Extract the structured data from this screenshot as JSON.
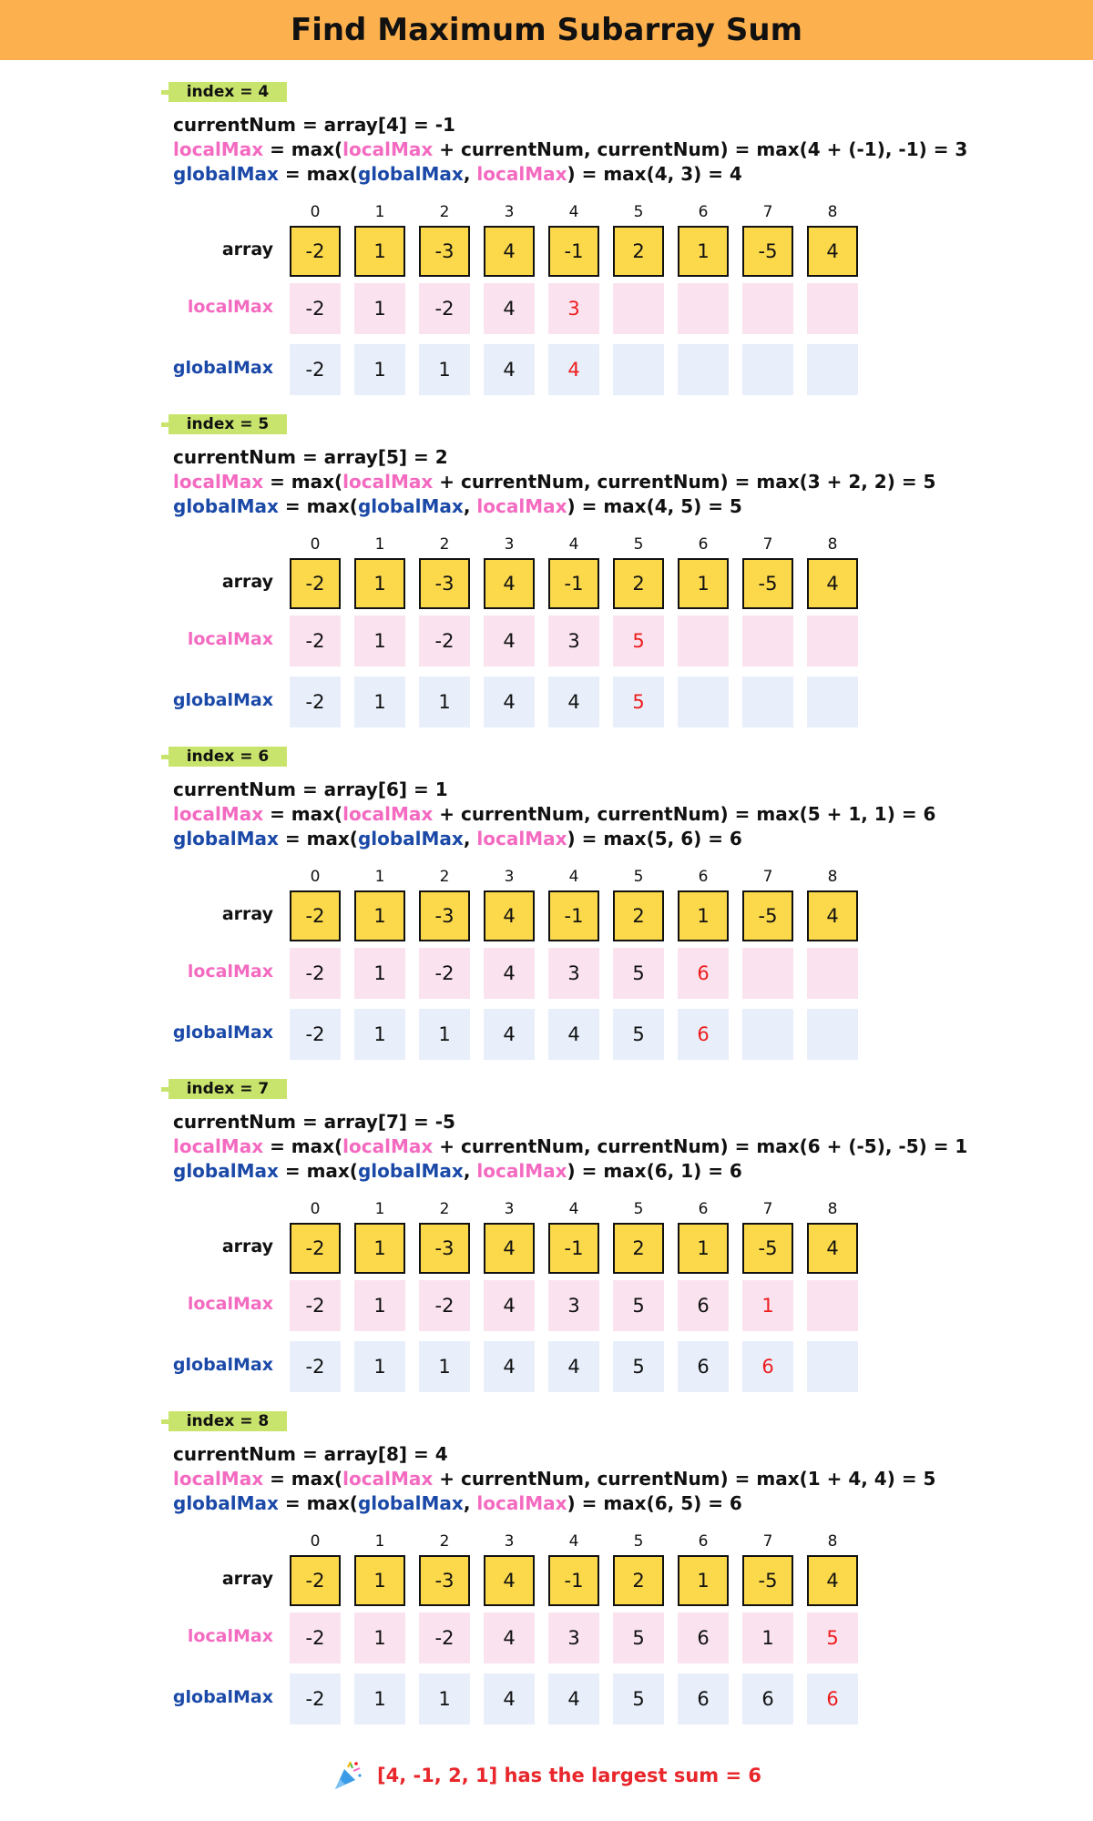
{
  "title": "Find Maximum Subarray Sum",
  "indices": [
    "0",
    "1",
    "2",
    "3",
    "4",
    "5",
    "6",
    "7",
    "8"
  ],
  "array": [
    "-2",
    "1",
    "-3",
    "4",
    "-1",
    "2",
    "1",
    "-5",
    "4"
  ],
  "row_labels": {
    "array": "array",
    "local": "localMax",
    "global": "globalMax"
  },
  "steps": [
    {
      "tag": "index = 4",
      "line1": "currentNum = array[4] = -1",
      "line2_rhs": " = max(4 + (-1), -1) =  3",
      "line3_rhs": " = max(4, 3) = 4",
      "local": [
        "-2",
        "1",
        "-2",
        "4",
        "3",
        "",
        "",
        "",
        ""
      ],
      "global": [
        "-2",
        "1",
        "1",
        "4",
        "4",
        "",
        "",
        "",
        ""
      ],
      "highlight": 4
    },
    {
      "tag": "index = 5",
      "line1": "currentNum = array[5] = 2",
      "line2_rhs": " = max(3 + 2, 2) =  5",
      "line3_rhs": " = max(4, 5) = 5",
      "local": [
        "-2",
        "1",
        "-2",
        "4",
        "3",
        "5",
        "",
        "",
        ""
      ],
      "global": [
        "-2",
        "1",
        "1",
        "4",
        "4",
        "5",
        "",
        "",
        ""
      ],
      "highlight": 5
    },
    {
      "tag": "index = 6",
      "line1": "currentNum = array[6] = 1",
      "line2_rhs": " = max(5 + 1, 1) =  6",
      "line3_rhs": " = max(5, 6) = 6",
      "local": [
        "-2",
        "1",
        "-2",
        "4",
        "3",
        "5",
        "6",
        "",
        ""
      ],
      "global": [
        "-2",
        "1",
        "1",
        "4",
        "4",
        "5",
        "6",
        "",
        ""
      ],
      "highlight": 6
    },
    {
      "tag": "index = 7",
      "line1": "currentNum = array[7] = -5",
      "line2_rhs": " = max(6 + (-5), -5) =  1",
      "line3_rhs": " = max(6, 1) = 6",
      "local": [
        "-2",
        "1",
        "-2",
        "4",
        "3",
        "5",
        "6",
        "1",
        ""
      ],
      "global": [
        "-2",
        "1",
        "1",
        "4",
        "4",
        "5",
        "6",
        "6",
        ""
      ],
      "highlight": 7
    },
    {
      "tag": "index = 8",
      "line1": "currentNum = array[8] = 4",
      "line2_rhs": " = max(1 + 4, 4) =  5",
      "line3_rhs": " = max(6, 5) = 6",
      "local": [
        "-2",
        "1",
        "-2",
        "4",
        "3",
        "5",
        "6",
        "1",
        "5"
      ],
      "global": [
        "-2",
        "1",
        "1",
        "4",
        "4",
        "5",
        "6",
        "6",
        "6"
      ],
      "highlight": 8
    }
  ],
  "formula_parts": {
    "localMax": "localMax",
    "globalMax": "globalMax",
    "max_open": " = max(",
    "plus_current": " + currentNum, currentNum)",
    "comma": ", ",
    "close": ")"
  },
  "footer": "[4, -1, 2, 1] has the largest sum = 6",
  "colors": {
    "header": "#fdb14e",
    "tag": "#c9e46c",
    "array_cell": "#fcd94b",
    "local_cell": "#fae3ef",
    "global_cell": "#e8effb",
    "local_text": "#f36ac0",
    "global_text": "#1b49a8",
    "highlight": "#ee1c1c"
  },
  "icons": {
    "footer_icon": "party-popper-icon"
  }
}
